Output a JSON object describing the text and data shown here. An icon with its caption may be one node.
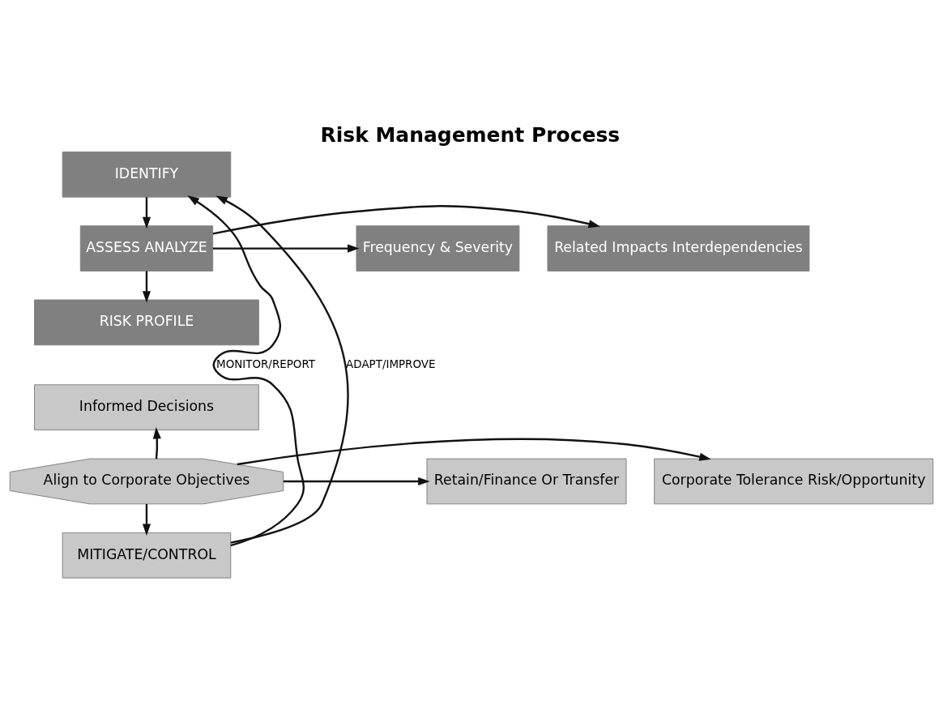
{
  "diagram": {
    "title": "Risk Management Process",
    "nodes": [
      {
        "text": [
          "IDENTIFY"
        ]
      },
      {
        "text": [
          "Frequency & Severity"
        ]
      },
      {
        "text": [
          "ASSESS ANALYZE"
        ]
      },
      {
        "text": [
          "Related Impacts Interdependencies"
        ]
      },
      {
        "text": [
          "RISK PROFILE"
        ]
      },
      {
        "text": [
          "Informed Decisions"
        ]
      },
      {
        "text": [
          "Retain/Finance Or Transfer"
        ]
      },
      {
        "text": [
          "Align to Corporate Objectives"
        ]
      },
      {
        "text": [
          "Corporate Tolerance Risk/Opportunity"
        ]
      },
      {
        "text": [
          "MITIGATE/CONTROL"
        ]
      }
    ],
    "edges": [
      {
        "from": 0,
        "to": 2,
        "arrow": "to"
      },
      {
        "from": 2,
        "to": 1,
        "arrow": "to"
      },
      {
        "from": 2,
        "to": 3,
        "arrow": "to"
      },
      {
        "from": 2,
        "to": 4,
        "arrow": "to"
      },
      {
        "from": 7,
        "to": 5,
        "arrow": "to"
      },
      {
        "from": 7,
        "to": 6,
        "arrow": "to"
      },
      {
        "from": 7,
        "to": 8,
        "arrow": "to"
      },
      {
        "from": 7,
        "to": 9,
        "arrow": "to"
      },
      {
        "from": 9,
        "to": 0,
        "arrow": "to",
        "label": "MONITOR/REPORT"
      },
      {
        "from": 9,
        "to": 0,
        "arrow": "to",
        "label": "ADAPT/IMPROVE"
      }
    ]
  }
}
